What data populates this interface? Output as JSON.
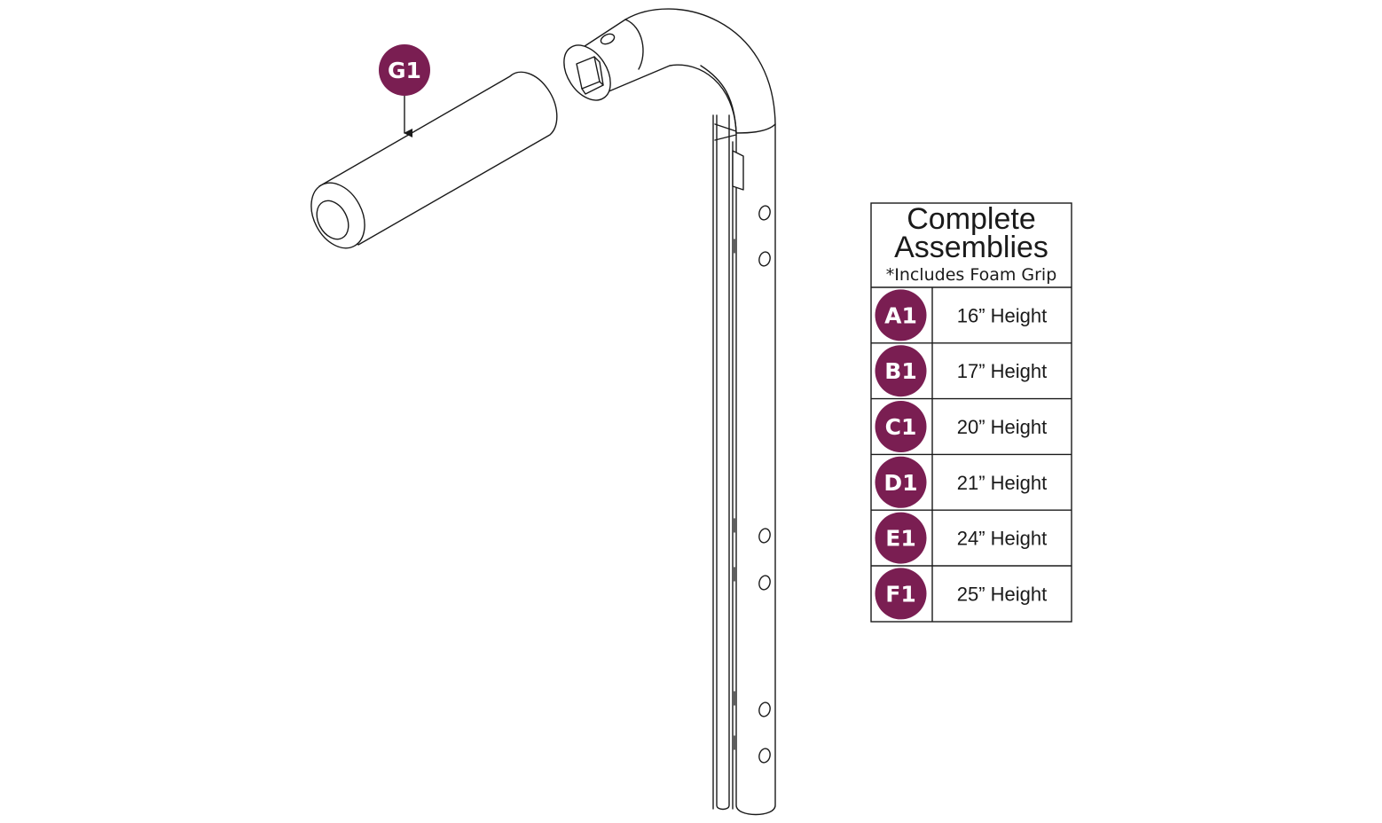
{
  "theme": {
    "callout_color": "#7a1e52",
    "line_color": "#1a1a1a",
    "background": "#ffffff"
  },
  "callout": {
    "label": "G1"
  },
  "table": {
    "title_line1": "Complete",
    "title_line2": "Assemblies",
    "note": "*Includes Foam Grip",
    "rows": [
      {
        "code": "A1",
        "label": "16” Height"
      },
      {
        "code": "B1",
        "label": "17” Height"
      },
      {
        "code": "C1",
        "label": "20” Height"
      },
      {
        "code": "D1",
        "label": "21” Height"
      },
      {
        "code": "E1",
        "label": "24” Height"
      },
      {
        "code": "F1",
        "label": "25” Height"
      }
    ]
  }
}
